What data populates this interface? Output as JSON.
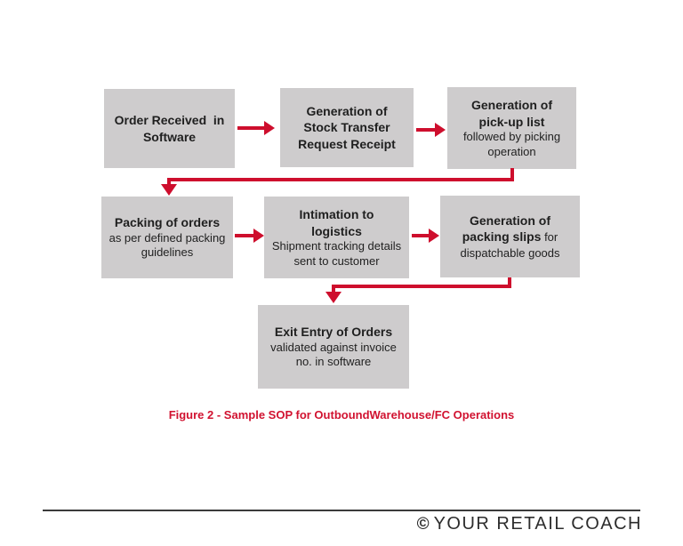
{
  "colors": {
    "arrow_red": "#ce0e2d",
    "caption_red": "#d11230",
    "box_fill": "#cecccd",
    "box_text": "#1f1f1f",
    "footer_text": "#2d2d2d"
  },
  "flowchart": {
    "boxes": {
      "order_received": {
        "title": "Order Received  in\nSoftware"
      },
      "stock_transfer": {
        "title": "Generation of\nStock Transfer\nRequest Receipt"
      },
      "pickup_list": {
        "title": "Generation of\npick-up list",
        "subtitle": "followed by picking\noperation"
      },
      "packing_orders": {
        "title": "Packing of orders",
        "subtitle": "as per defined packing\nguidelines"
      },
      "intimation_logistics": {
        "title": "Intimation to\nlogistics",
        "subtitle": "Shipment tracking details\nsent to customer"
      },
      "packing_slips": {
        "title_line1": "Generation of",
        "title_line2_bold": "packing slips",
        "title_line2_regular": " for",
        "subtitle": "dispatchable goods"
      },
      "exit_entry": {
        "title": "Exit Entry of Orders",
        "subtitle": "validated against invoice\nno. in software"
      }
    }
  },
  "caption": "Figure 2 - Sample SOP for OutboundWarehouse/FC Operations",
  "footer": {
    "copyright": "©",
    "brand": "YOUR RETAIL COACH"
  }
}
